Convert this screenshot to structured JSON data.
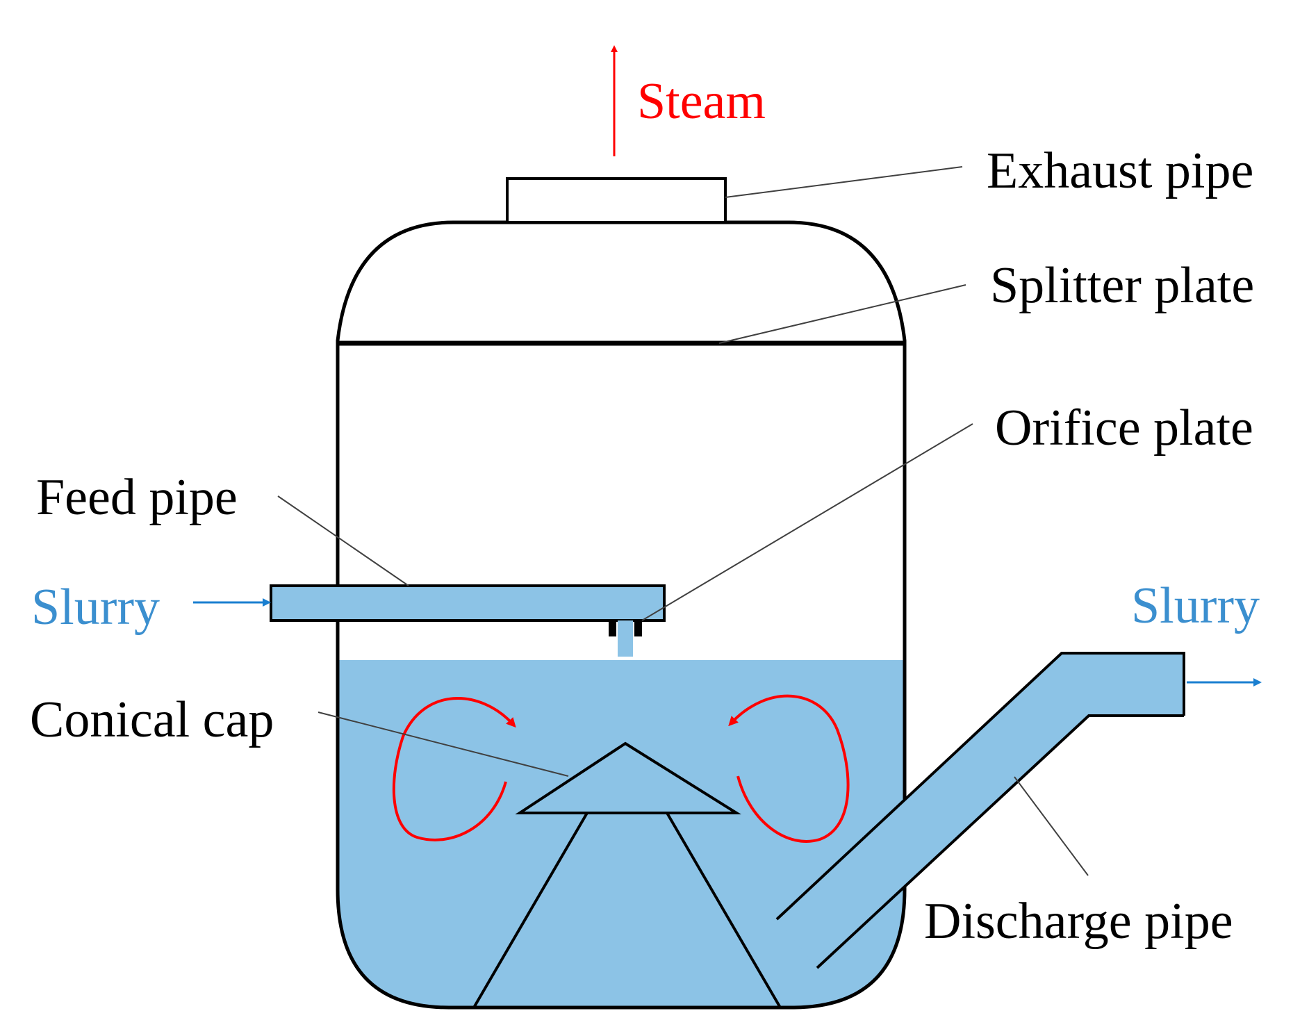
{
  "colors": {
    "slurry_fill": "#8cc3e6",
    "outline": "#000000",
    "steam": "#ff0000",
    "slurry_text": "#3b8fcf",
    "flow_arrow": "#1a7fd0",
    "circulation": "#ff0000",
    "leader": "#404040"
  },
  "labels": {
    "steam": "Steam",
    "exhaust_pipe": "Exhaust pipe",
    "splitter_plate": "Splitter plate",
    "orifice_plate": "Orifice plate",
    "feed_pipe": "Feed pipe",
    "slurry_in": "Slurry",
    "slurry_out": "Slurry",
    "conical_cap": "Conical cap",
    "discharge_pipe": "Discharge pipe"
  }
}
